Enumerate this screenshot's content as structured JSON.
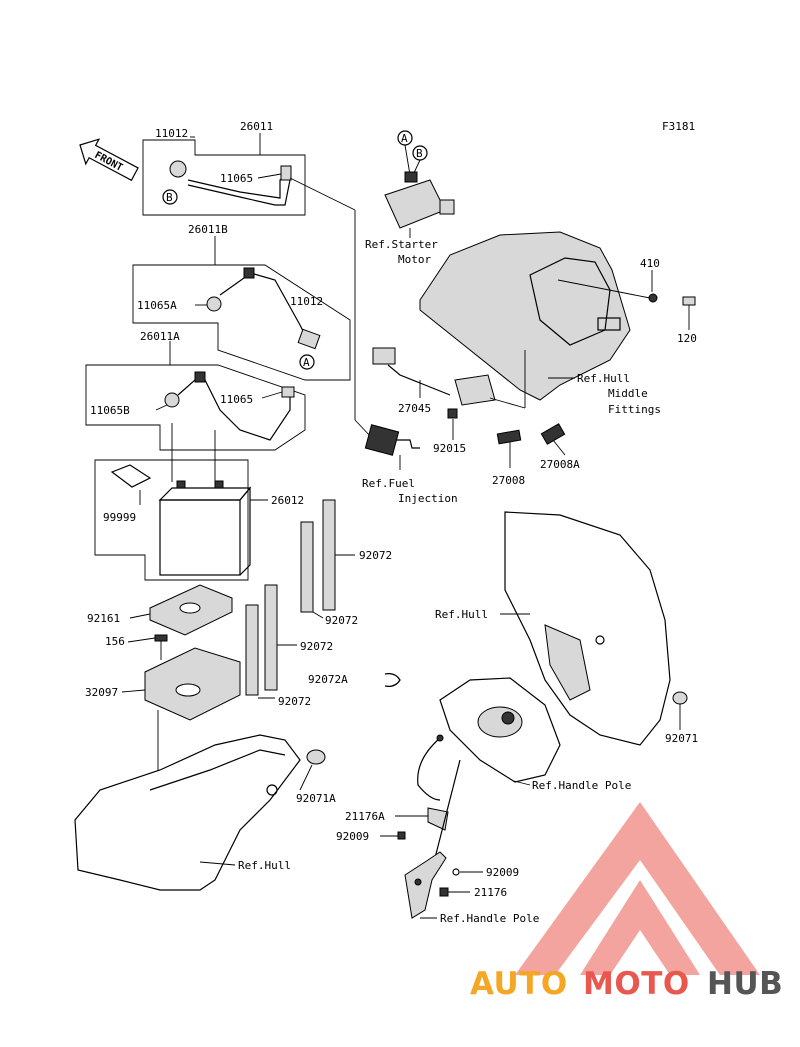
{
  "figure_code": "F3181",
  "front_label": "FRONT",
  "labels": {
    "l11012a": "11012",
    "l26011": "26011",
    "l11065a": "11065",
    "l26011b": "26011B",
    "l11065A": "11065A",
    "l11012b": "11012",
    "l26011A": "26011A",
    "l11065B": "11065B",
    "l11065b": "11065",
    "l99999": "99999",
    "l26012": "26012",
    "l92072a": "92072",
    "l92072b": "92072",
    "l92072c": "92072",
    "l92072d": "92072",
    "l92072A": "92072A",
    "l92161": "92161",
    "l156": "156",
    "l32097": "32097",
    "l92071A": "92071A",
    "l92071": "92071",
    "l27045": "27045",
    "l92015": "92015",
    "l27008": "27008",
    "l27008A": "27008A",
    "l410": "410",
    "l120": "120",
    "l21176A": "21176A",
    "l92009a": "92009",
    "l92009b": "92009",
    "l21176": "21176"
  },
  "refs": {
    "starter1": "Ref.Starter",
    "starter2": "Motor",
    "hullmid1": "Ref.Hull",
    "hullmid2": "Middle",
    "hullmid3": "Fittings",
    "fuel1": "Ref.Fuel",
    "fuel2": "Injection",
    "hull_right": "Ref.Hull",
    "handle1": "Ref.Handle Pole",
    "handle2": "Ref.Handle Pole",
    "hull_bottom": "Ref.Hull"
  },
  "markers": {
    "a1": "A",
    "b1": "B",
    "a2": "A",
    "b2": "B",
    "a3": "A"
  },
  "watermark": {
    "part1": "AUTO",
    "part2": "MOTO",
    "part3": "HUB",
    "color1": "#f5a623",
    "color2": "#e9584f",
    "color3": "#555555"
  }
}
